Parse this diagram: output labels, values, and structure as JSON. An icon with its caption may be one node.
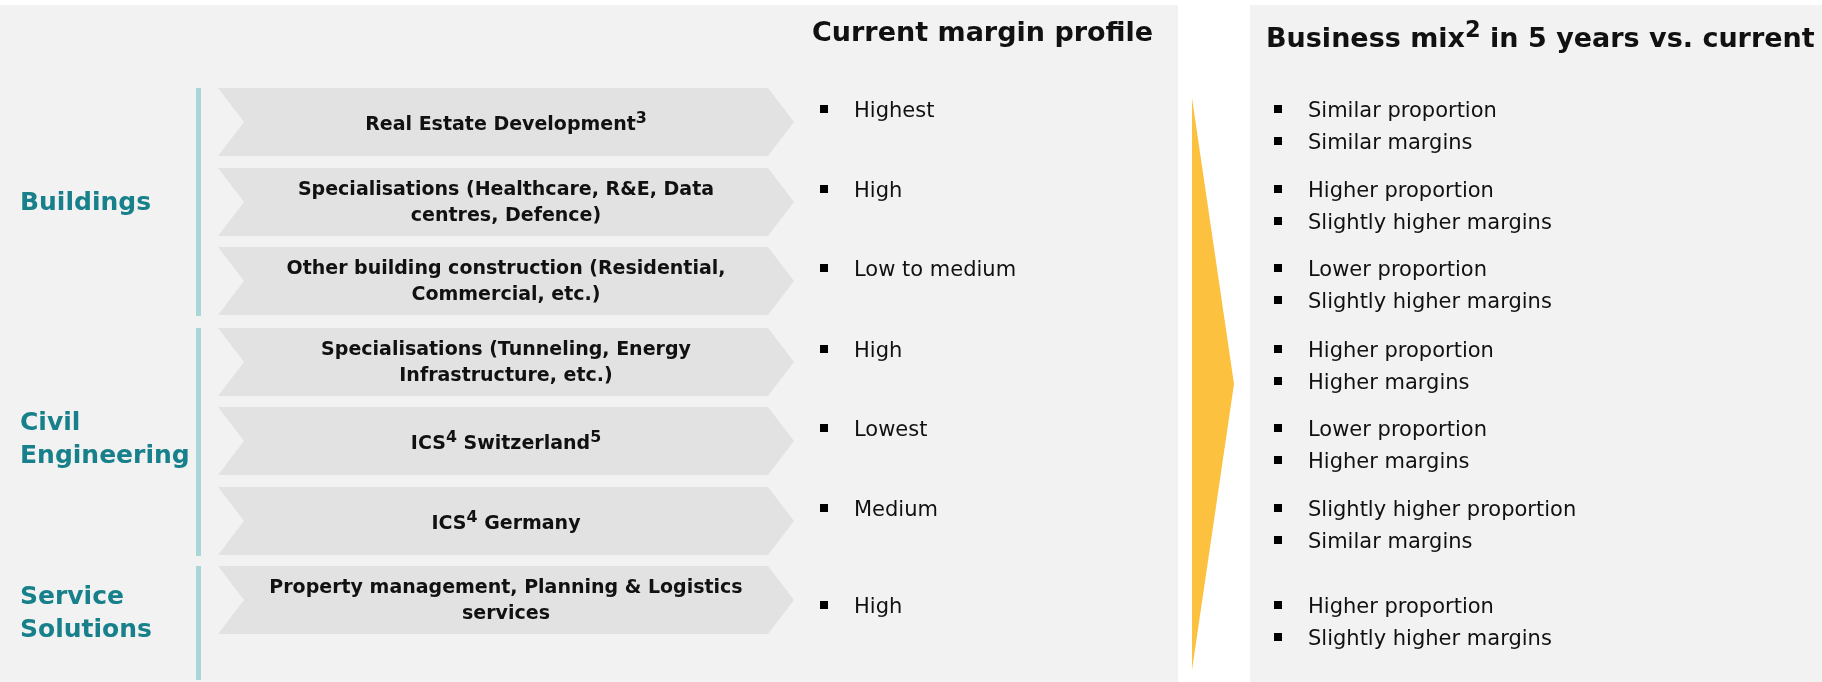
{
  "diagram": {
    "nodes": [
      {
        "text": [
          "Real Estate Development$^{3}$"
        ],
        "beside": [
          "Highest",
          "Similar proportion",
          "Similar margins"
        ]
      },
      {
        "text": [
          "Specialisations (Healthcare, R&E, Data centres, Defence)"
        ],
        "beside": [
          "High",
          "Higher proportion",
          "Slightly higher margins"
        ]
      },
      {
        "text": [
          "Other building construction (Residential, Commercial, etc.)"
        ],
        "beside": [
          "Low to medium",
          "Lower proportion",
          "Slightly higher margins"
        ]
      },
      {
        "text": [
          "Specialisations (Tunneling, Energy Infrastructure, etc.)"
        ],
        "beside": [
          "High",
          "Higher proportion",
          "Higher margins"
        ]
      },
      {
        "text": [
          "ICS$^{4}$ Switzerland$^{5}$"
        ],
        "beside": [
          "Lowest",
          "Lower proportion",
          "Higher margins"
        ]
      },
      {
        "text": [
          "ICS$^{4}$ Germany"
        ],
        "beside": [
          "Medium",
          "Slightly higher proportion",
          "Similar margins"
        ]
      },
      {
        "text": [
          "Property management, Planning & Logistics services"
        ],
        "beside": [
          "High",
          "Higher proportion",
          "Slightly higher margins"
        ]
      }
    ],
    "edges": [],
    "labels": [
      "Current margin profile",
      "Business mix$^{2}$ in 5 years vs. current",
      "Buildings",
      "Civil Engineering",
      "Service Solutions"
    ]
  }
}
